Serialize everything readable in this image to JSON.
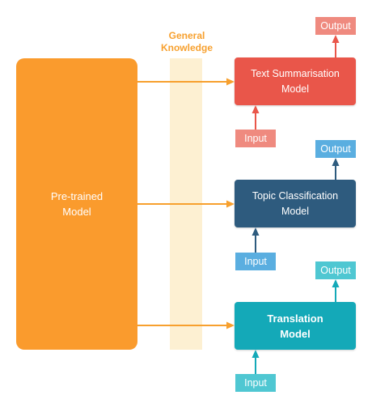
{
  "colors": {
    "pretrained": "#fa9b2d",
    "knowledge_band": "#fdf0d2",
    "knowledge_text": "#f7a02e",
    "arrow": "#f7a02e",
    "summarisation": "#e9564a",
    "summarisation_light": "#ef8a7f",
    "classification": "#2e5b7e",
    "classification_light": "#5aaee0",
    "classification_arrow": "#2e5b7e",
    "translation": "#14a9b8",
    "translation_light": "#4fc7d2"
  },
  "knowledge": {
    "line1": "General",
    "line2": "Knowledge"
  },
  "pretrained": {
    "line1": "Pre-trained",
    "line2": "Model"
  },
  "models": [
    {
      "line1": "Text Summarisation",
      "line2": "Model",
      "input": "Input",
      "output": "Output"
    },
    {
      "line1": "Topic Classification",
      "line2": "Model",
      "input": "Input",
      "output": "Output"
    },
    {
      "line1": "Translation",
      "line2": "Model",
      "input": "Input",
      "output": "Output"
    }
  ]
}
